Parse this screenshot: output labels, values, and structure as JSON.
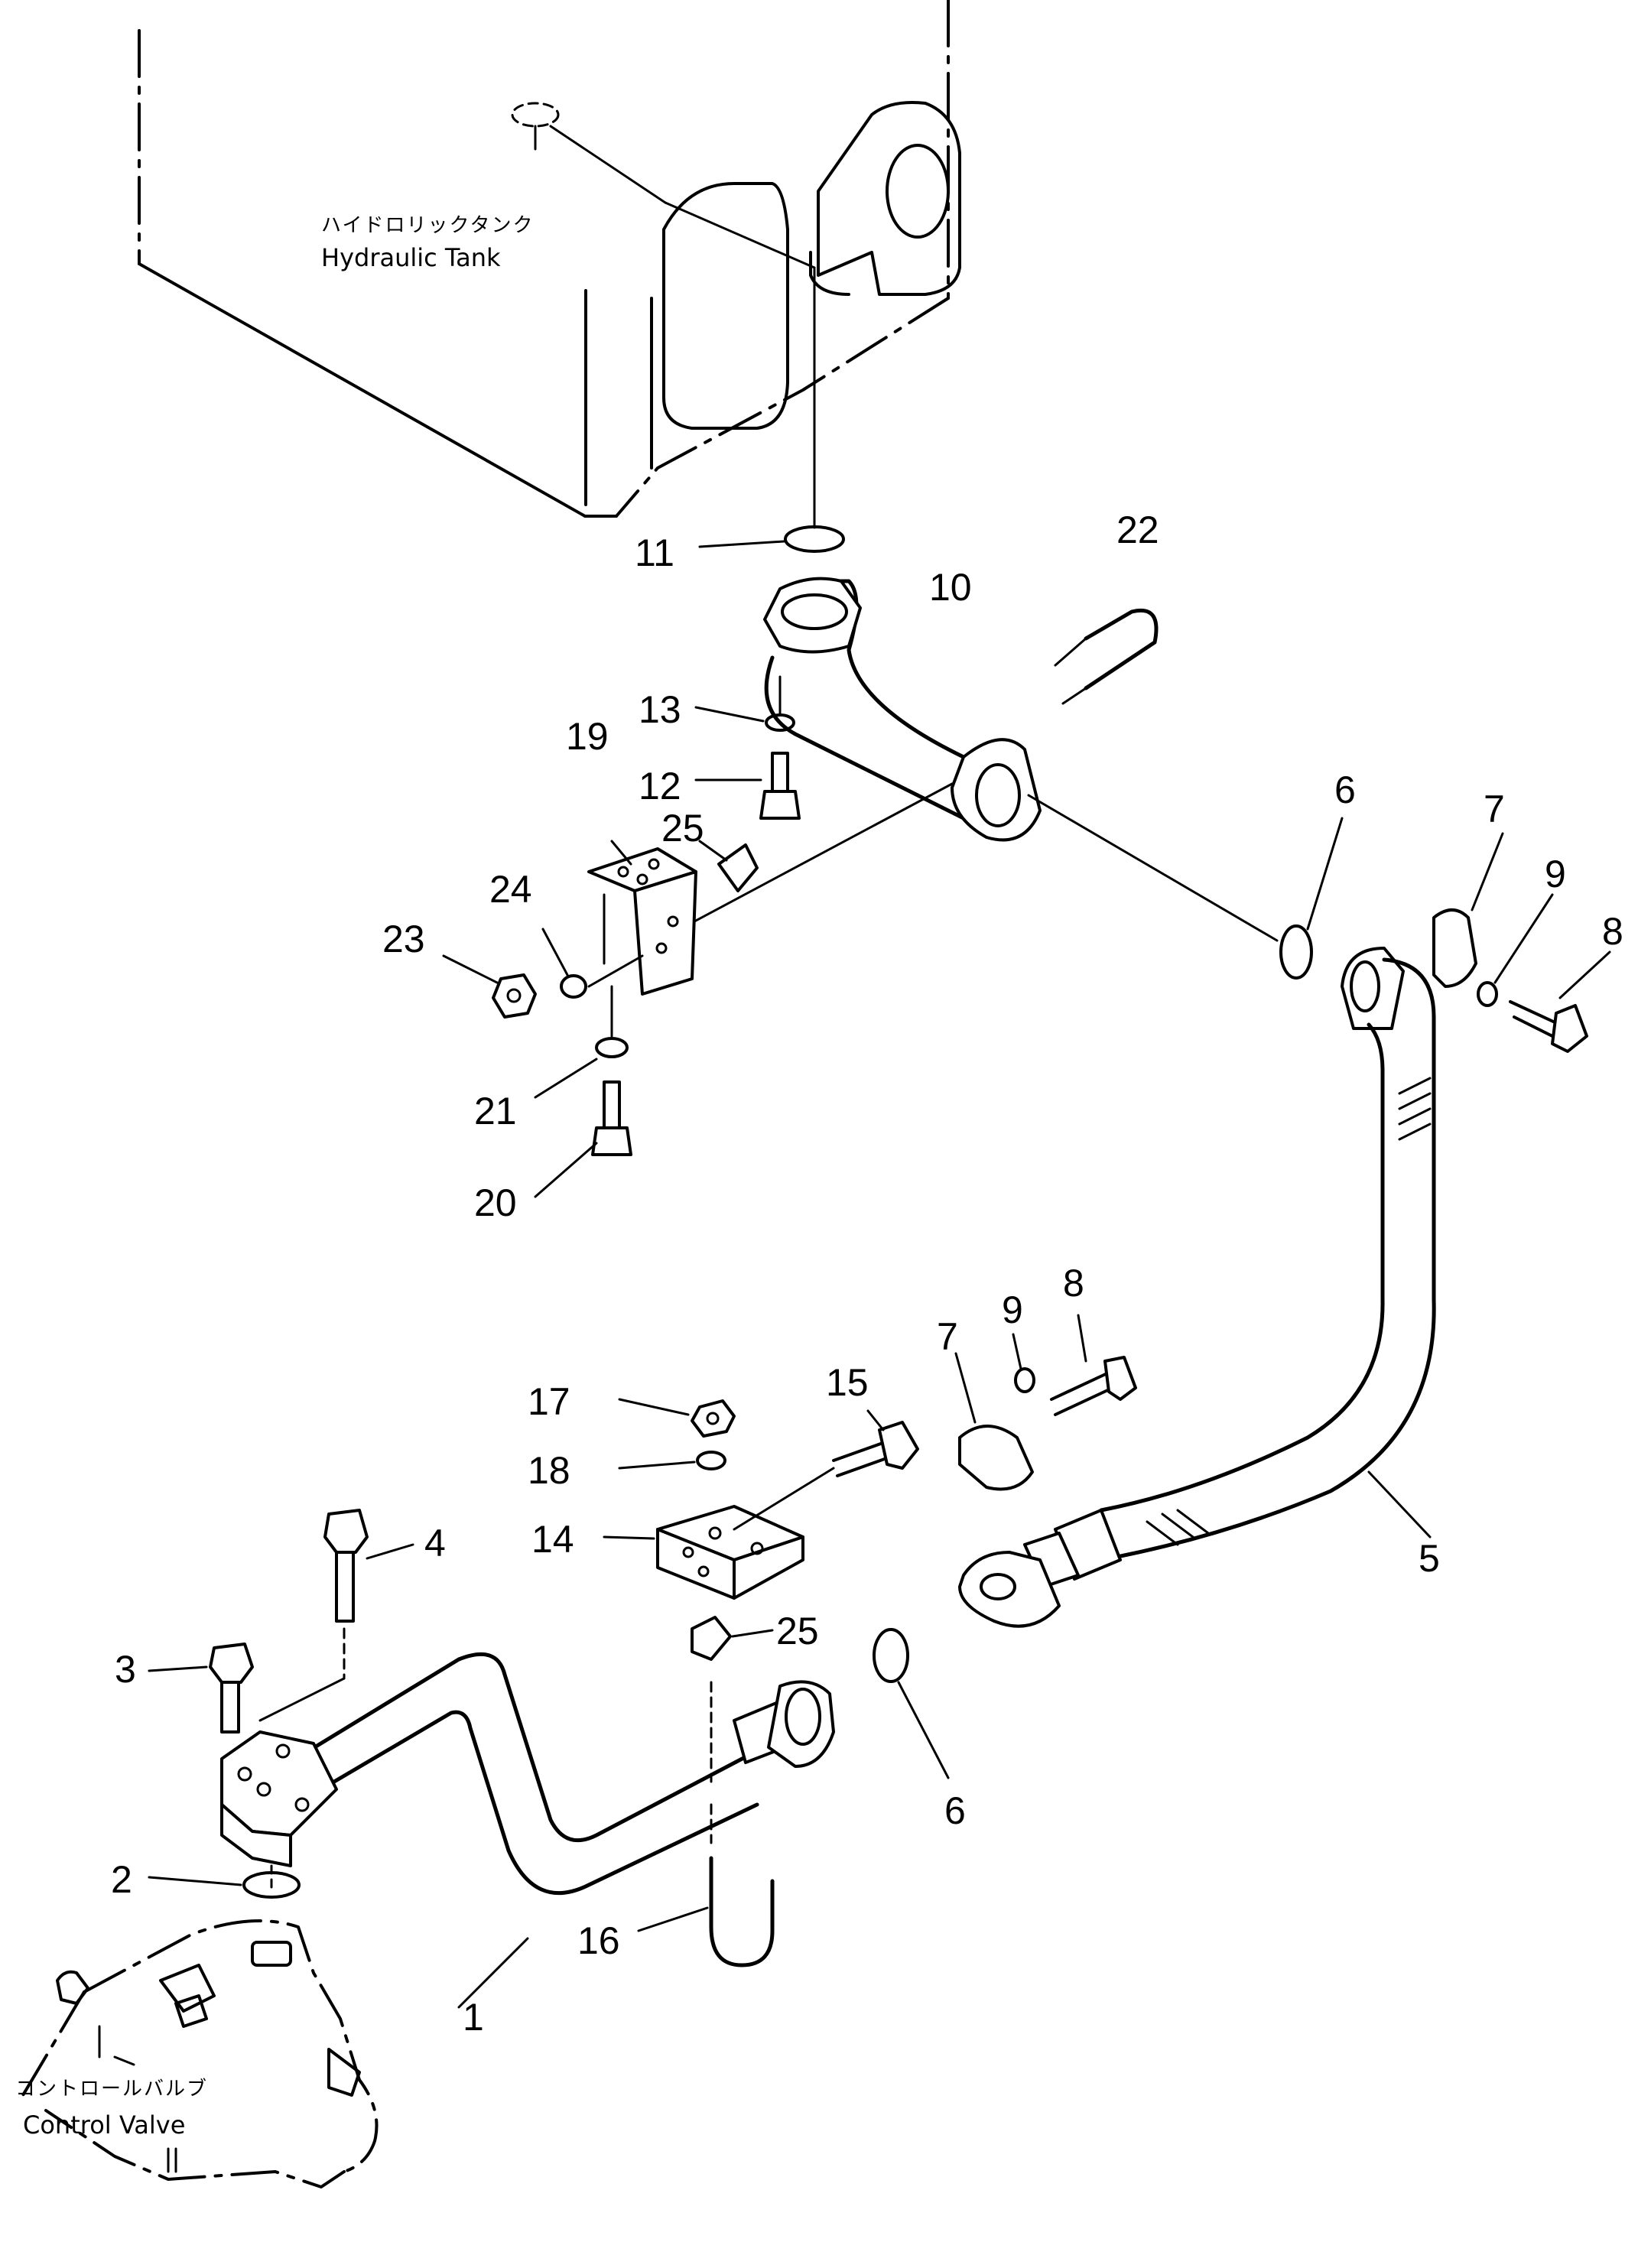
{
  "diagram": {
    "components": {
      "tank_jp": "ハイドロリックタンク",
      "tank_en": "Hydraulic Tank",
      "valve_jp": "コントロールバルブ",
      "valve_en": "Control Valve"
    },
    "callouts": [
      "1",
      "2",
      "3",
      "4",
      "5",
      "6",
      "6",
      "7",
      "7",
      "8",
      "8",
      "9",
      "9",
      "10",
      "11",
      "12",
      "13",
      "14",
      "15",
      "16",
      "17",
      "18",
      "19",
      "20",
      "21",
      "22",
      "23",
      "24",
      "25",
      "25"
    ]
  }
}
